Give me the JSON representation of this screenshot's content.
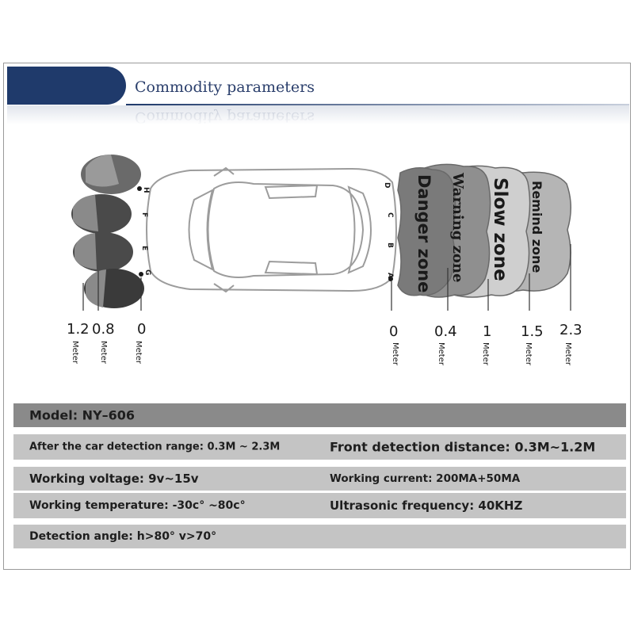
{
  "header": {
    "title": "Commodity parameters"
  },
  "diagram": {
    "rear_markers": [
      "H",
      "F",
      "E",
      "G"
    ],
    "front_markers": [
      "D",
      "C",
      "B",
      "A"
    ],
    "zones": [
      {
        "label": "Danger zone",
        "color": "#7a7a7a"
      },
      {
        "label": "Warning zone",
        "color": "#8f8f8f"
      },
      {
        "label": "Slow zone",
        "color": "#cfcfcf"
      },
      {
        "label": "Remind zone",
        "color": "#b5b5b5"
      }
    ],
    "left_distances": [
      {
        "value": "1.2",
        "unit": "Meter"
      },
      {
        "value": "0.8",
        "unit": "Meter"
      },
      {
        "value": "0",
        "unit": "Meter"
      }
    ],
    "right_distances": [
      {
        "value": "0",
        "unit": "Meter"
      },
      {
        "value": "0.4",
        "unit": "Meter"
      },
      {
        "value": "1",
        "unit": "Meter"
      },
      {
        "value": "1.5",
        "unit": "Meter"
      },
      {
        "value": "2.3",
        "unit": "Meter"
      }
    ]
  },
  "specs": {
    "model": "Model: NY–606",
    "rear_range": "After the car detection range: 0.3M ~ 2.3M",
    "front_distance": "Front detection distance: 0.3M~1.2M",
    "voltage": "Working voltage: 9v~15v",
    "current": "Working current: 200MA+50MA",
    "temperature": "Working temperature: -30c° ~80c°",
    "frequency": "Ultrasonic frequency: 40KHZ",
    "angle": "Detection angle: h>80°  v>70°"
  }
}
